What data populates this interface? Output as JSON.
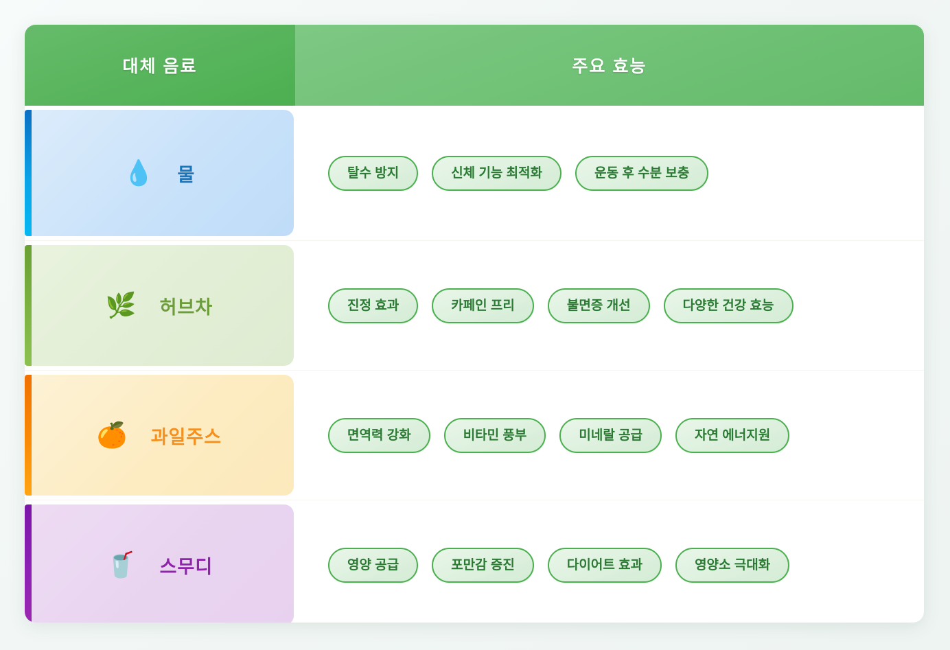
{
  "table": {
    "headers": {
      "drink": "대체 음료",
      "benefits": "주요 효능"
    },
    "rows": [
      {
        "name": "물",
        "icon": "water-drop-icon",
        "emoji": "💧",
        "accent_color": "#0aa3e8",
        "text_color": "#1976bd",
        "benefits": [
          "탈수 방지",
          "신체 기능 최적화",
          "운동 후 수분 보충"
        ]
      },
      {
        "name": "허브차",
        "icon": "herb-leaf-icon",
        "emoji": "🌿",
        "accent_color": "#7cb342",
        "text_color": "#6c9c3c",
        "benefits": [
          "진정 효과",
          "카페인 프리",
          "불면증 개선",
          "다양한 건강 효능"
        ]
      },
      {
        "name": "과일주스",
        "icon": "orange-fruit-icon",
        "emoji": "🍊",
        "accent_color": "#f98b06",
        "text_color": "#f5901e",
        "benefits": [
          "면역력 강화",
          "비타민 풍부",
          "미네랄 공급",
          "자연 에너지원"
        ]
      },
      {
        "name": "스무디",
        "icon": "cup-with-straw-icon",
        "emoji": "🥤",
        "accent_color": "#9c27b0",
        "text_color": "#8e24aa",
        "benefits": [
          "영양 공급",
          "포만감 증진",
          "다이어트 효과",
          "영양소 극대화"
        ]
      }
    ]
  },
  "theme": {
    "header_green_dark": "#4caf50",
    "header_green_light": "#7ec884",
    "pill_border": "#4caf50",
    "pill_text": "#2a7a33",
    "page_background": "#f2f7f5"
  }
}
